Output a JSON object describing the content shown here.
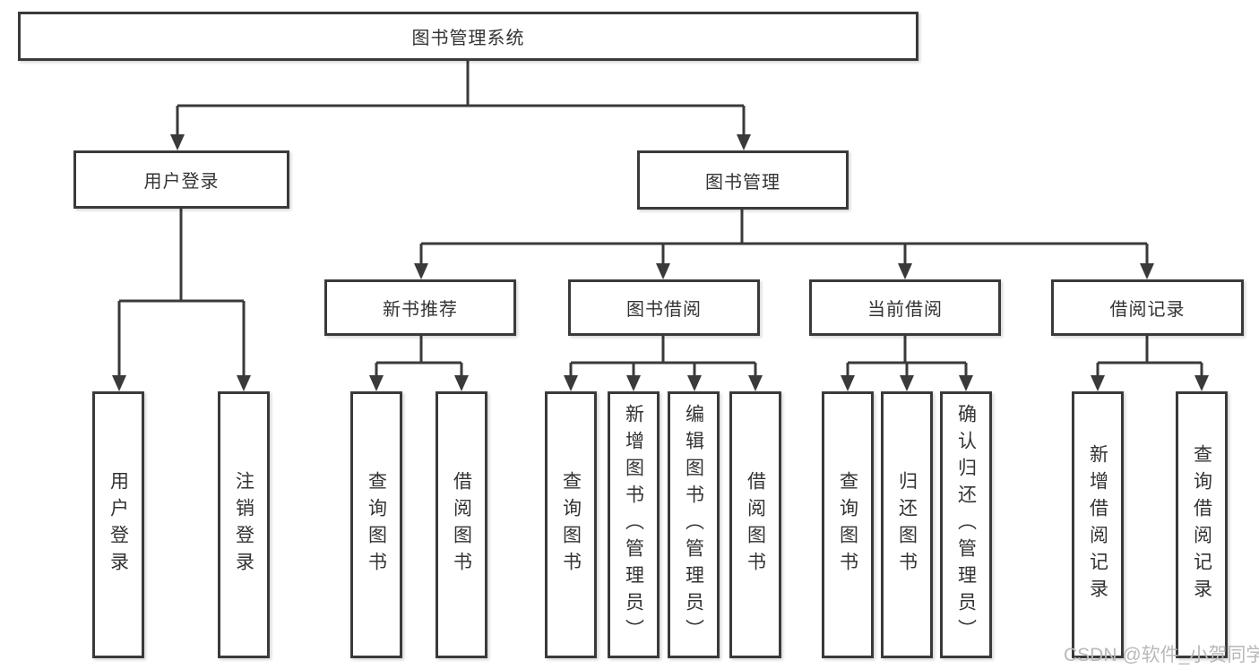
{
  "diagram": {
    "root": "图书管理系统",
    "branches": {
      "user_login": "用户登录",
      "book_mgmt": "图书管理"
    },
    "modules": {
      "new_books": "新书推荐",
      "book_borrow": "图书借阅",
      "current_borrow": "当前借阅",
      "borrow_records": "借阅记录"
    },
    "leaves": {
      "user_login": [
        "用户登录",
        "注销登录"
      ],
      "new_books": [
        "查询图书",
        "借阅图书"
      ],
      "book_borrow": [
        "查询图书",
        "新增图书（管理员）",
        "编辑图书（管理员）",
        "借阅图书"
      ],
      "current_borrow": [
        "查询图书",
        "归还图书",
        "确认归还（管理员）"
      ],
      "borrow_records": [
        "新增借阅记录",
        "查询借阅记录"
      ]
    }
  },
  "watermark": "CSDN @软件_小贺同学",
  "colors": {
    "line": "#3a3a3a",
    "text": "#333333",
    "watermark": "#b9b9b9",
    "background": "#ffffff"
  }
}
